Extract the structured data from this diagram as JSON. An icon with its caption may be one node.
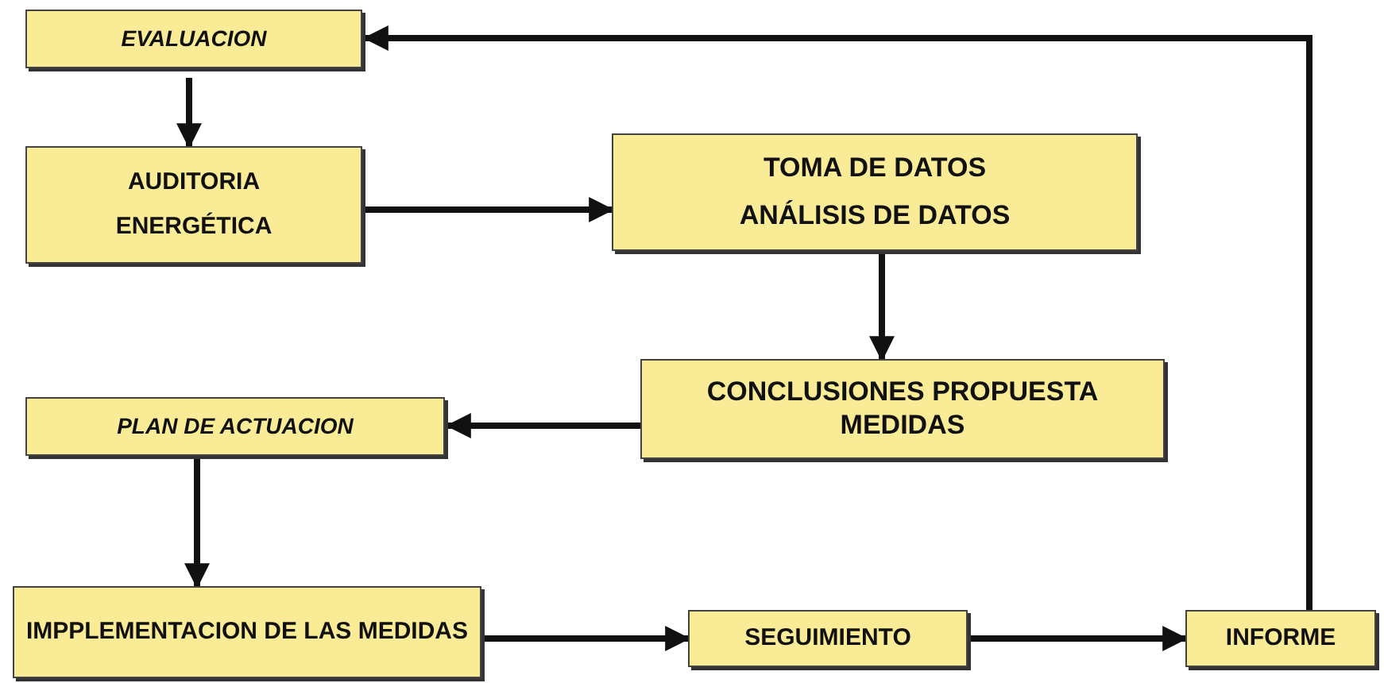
{
  "diagram": {
    "nodes": [
      {
        "text": [
          "EVALUACION"
        ]
      },
      {
        "text": [
          "AUDITORIA",
          "ENERGÉTICA"
        ]
      },
      {
        "text": [
          "TOMA DE DATOS",
          "ANÁLISIS DE DATOS"
        ]
      },
      {
        "text": [
          "CONCLUSIONES PROPUESTA MEDIDAS"
        ]
      },
      {
        "text": [
          "PLAN DE ACTUACION"
        ]
      },
      {
        "text": [
          "IMPPLEMENTACION DE LAS MEDIDAS"
        ]
      },
      {
        "text": [
          "SEGUIMIENTO"
        ]
      },
      {
        "text": [
          "INFORME"
        ]
      }
    ],
    "edges": [
      {
        "from": 0,
        "to": 1,
        "arrow": "to"
      },
      {
        "from": 1,
        "to": 2,
        "arrow": "to"
      },
      {
        "from": 2,
        "to": 3,
        "arrow": "to"
      },
      {
        "from": 3,
        "to": 4,
        "arrow": "to"
      },
      {
        "from": 4,
        "to": 5,
        "arrow": "to"
      },
      {
        "from": 5,
        "to": 6,
        "arrow": "to"
      },
      {
        "from": 6,
        "to": 7,
        "arrow": "to"
      },
      {
        "from": 7,
        "to": 0,
        "arrow": "to"
      }
    ]
  }
}
